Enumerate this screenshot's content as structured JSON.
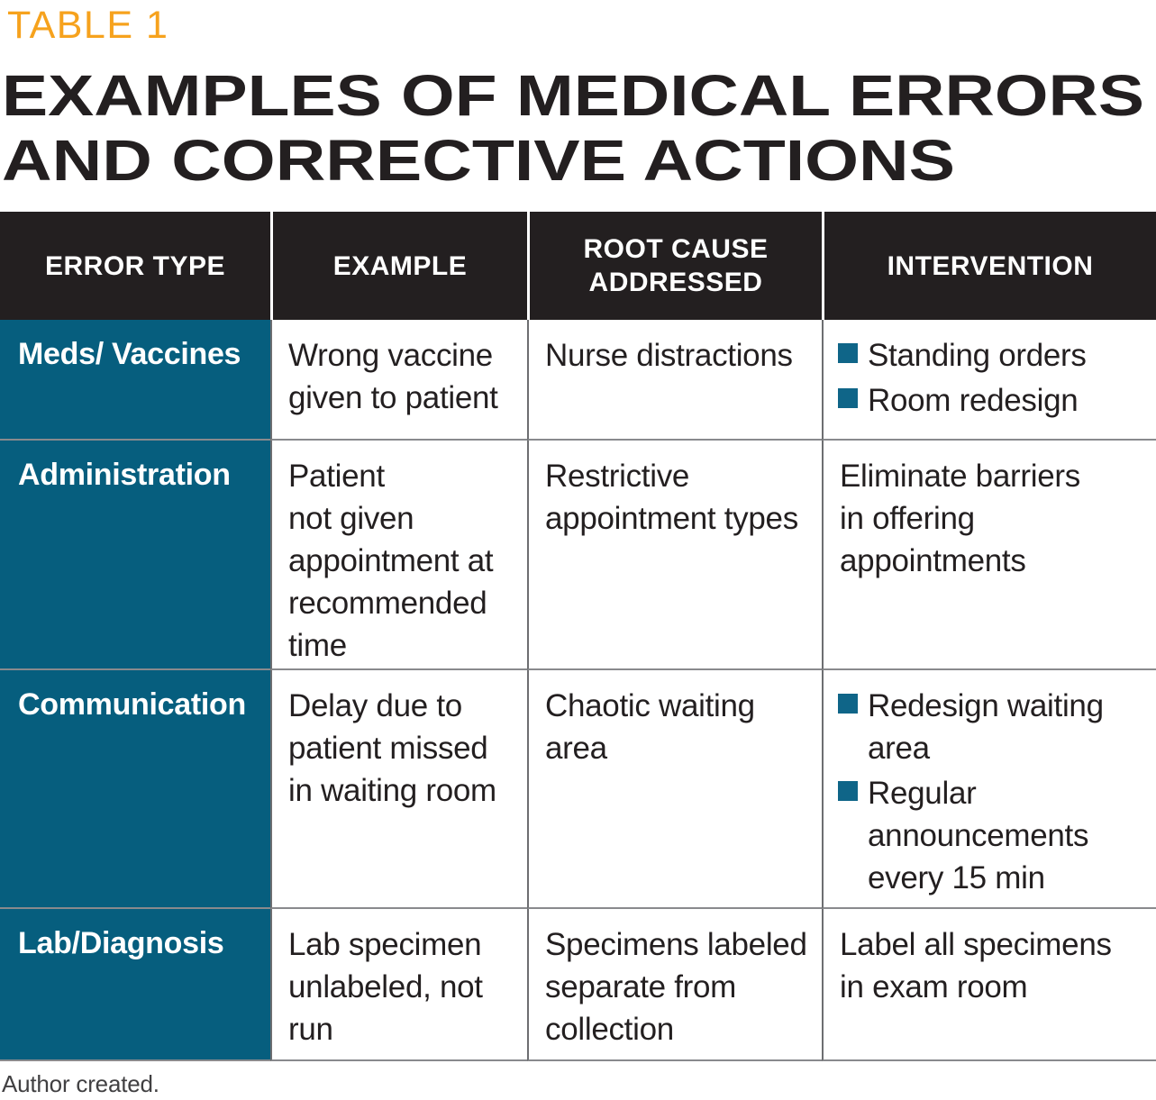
{
  "kicker": "TABLE 1",
  "title": {
    "line1": "EXAMPLES OF MEDICAL ERRORS",
    "line2": "AND CORRECTIVE ACTIONS"
  },
  "table": {
    "headers": [
      "ERROR TYPE",
      "EXAMPLE",
      "ROOT CAUSE\nADDRESSED",
      "INTERVENTION"
    ],
    "rows": [
      {
        "error_type": "Meds/ Vaccines",
        "example": "Wrong vaccine\ngiven to patient",
        "root_cause": "Nurse distractions",
        "interventions": [
          "Standing orders",
          "Room redesign"
        ]
      },
      {
        "error_type": "Administration",
        "example": "Patient\nnot given\nappointment at\nrecommended\ntime",
        "root_cause": "Restrictive\nappointment types",
        "interventions": [
          "Eliminate barriers\nin offering\nappointments"
        ]
      },
      {
        "error_type": "Communication",
        "example": "Delay due to\npatient missed\nin waiting room",
        "root_cause": "Chaotic waiting\narea",
        "interventions": [
          "Redesign waiting\narea",
          "Regular\nannouncements\nevery 15 min"
        ]
      },
      {
        "error_type": "Lab/Diagnosis",
        "example": "Lab specimen\nunlabeled, not\nrun",
        "root_cause": "Specimens labeled\nseparate from\ncollection",
        "interventions": [
          "Label all specimens\nin exam room"
        ]
      }
    ]
  },
  "footer": {
    "credit": "Author created."
  },
  "colors": {
    "accent_orange": "#F6A21D",
    "teal_column": "#065E7E",
    "teal_bullet": "#0F6588",
    "ink_black": "#231F20",
    "grid_gray": "#898A8D"
  }
}
